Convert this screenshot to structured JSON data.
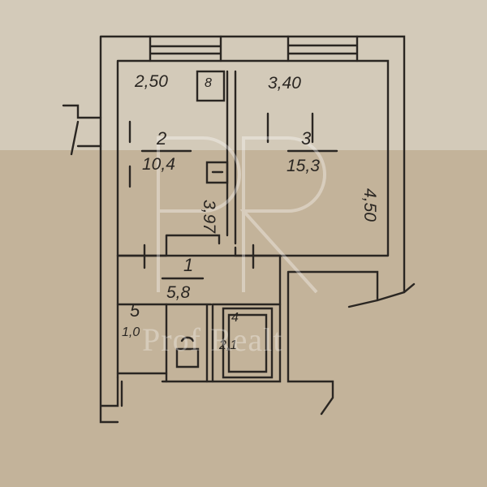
{
  "plan": {
    "dimensions": {
      "kitchen_width": "2,50",
      "room_width": "3,40",
      "kitchen_length": "3,97",
      "room_length": "4,50"
    },
    "rooms": [
      {
        "number": "1",
        "area": "5,8"
      },
      {
        "number": "2",
        "area": "10,4"
      },
      {
        "number": "3",
        "area": "15,3"
      },
      {
        "number": "4",
        "area": "2,1"
      },
      {
        "number": "5",
        "area": "1,0"
      }
    ],
    "stove_symbol": "8"
  },
  "watermark": {
    "logo_letters": "PR",
    "text": "Prof Realt"
  },
  "colors": {
    "paper": "#c9bfae",
    "ink": "#2a2622"
  }
}
